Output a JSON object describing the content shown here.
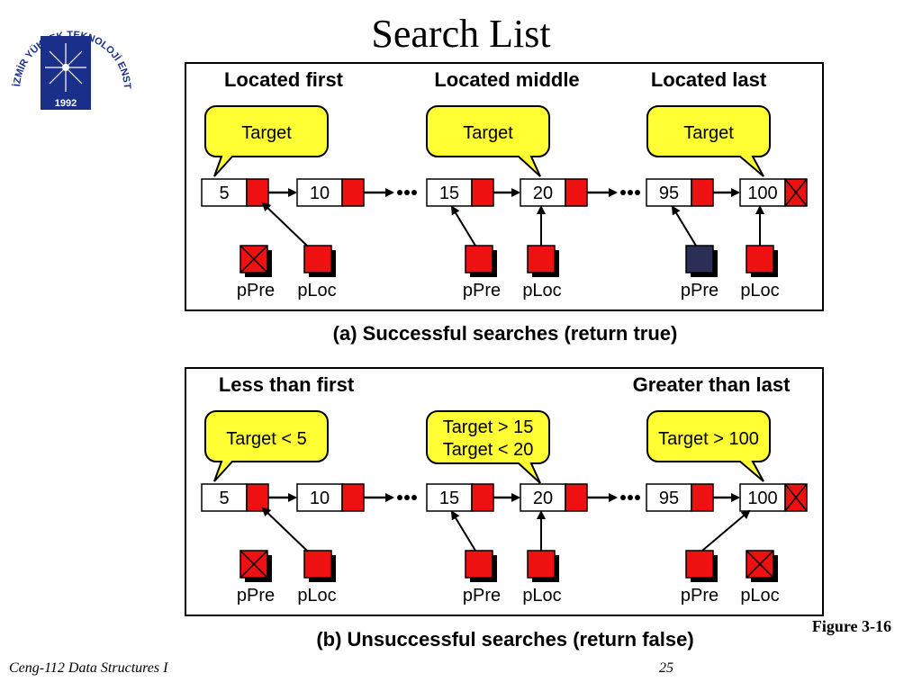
{
  "slide": {
    "title": "Search List",
    "figure_label": "Figure 3-16",
    "footer_left": "Ceng-112 Data Structures I",
    "page_number": "25"
  },
  "logo": {
    "arc_text": "İZMİR YÜKSEK TEKNOLOJİ ENSTİTÜSÜ",
    "year": "1992"
  },
  "panel_a": {
    "caption": "(a) Successful searches (return true)",
    "headers": [
      "Located first",
      "Located middle",
      "Located last"
    ],
    "bubbles": [
      "Target",
      "Target",
      "Target"
    ],
    "nodes": [
      "5",
      "10",
      "15",
      "20",
      "95",
      "100"
    ],
    "pointer_labels": [
      "pPre",
      "pLoc",
      "pPre",
      "pLoc",
      "pPre",
      "pLoc"
    ]
  },
  "panel_b": {
    "caption": "(b) Unsuccessful searches (return false)",
    "headers": [
      "Less than first",
      "Greater than last"
    ],
    "bubbles": [
      "Target < 5",
      "Target > 15",
      "Target < 20",
      "Target > 100"
    ],
    "nodes": [
      "5",
      "10",
      "15",
      "20",
      "95",
      "100"
    ],
    "pointer_labels": [
      "pPre",
      "pLoc",
      "pPre",
      "pLoc",
      "pPre",
      "pLoc"
    ]
  },
  "colors": {
    "bubble_fill": "#ffff33",
    "pointer_red": "#ee1111",
    "panel_border": "#000000",
    "logo_blue": "#1a2f8a"
  }
}
